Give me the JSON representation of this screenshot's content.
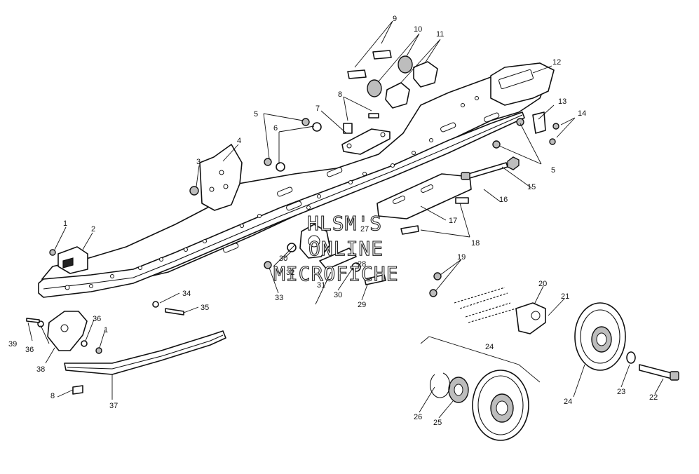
{
  "diagram": {
    "watermark": [
      "HLSM'S",
      "ONLINE",
      "MICROFICHE"
    ],
    "callouts": {
      "c1a": "1",
      "c1b": "1",
      "c2": "2",
      "c3": "3",
      "c4": "4",
      "c5a": "5",
      "c5b": "5",
      "c6": "6",
      "c7": "7",
      "c8a": "8",
      "c8b": "8",
      "c9": "9",
      "c10": "10",
      "c11": "11",
      "c12": "12",
      "c13": "13",
      "c14": "14",
      "c15": "15",
      "c16": "16",
      "c17": "17",
      "c18": "18",
      "c19": "19",
      "c20": "20",
      "c21": "21",
      "c22": "22",
      "c23": "23",
      "c24a": "24",
      "c24b": "24",
      "c25": "25",
      "c26": "26",
      "c27": "27",
      "c28": "28",
      "c29": "29",
      "c30a": "30",
      "c30b": "30",
      "c31": "31",
      "c32": "32",
      "c33": "33",
      "c34": "34",
      "c35": "35",
      "c36a": "36",
      "c36b": "36",
      "c37": "37",
      "c38": "38",
      "c39": "39"
    }
  }
}
